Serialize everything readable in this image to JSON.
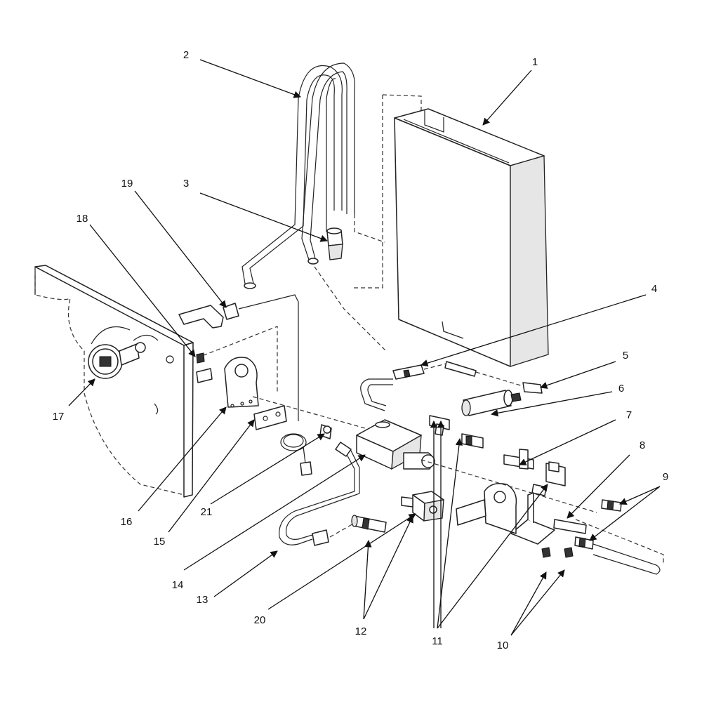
{
  "callouts": {
    "c1": "1",
    "c2": "2",
    "c3": "3",
    "c4": "4",
    "c5": "5",
    "c6": "6",
    "c7": "7",
    "c8": "8",
    "c9": "9",
    "c10": "10",
    "c11": "11",
    "c12": "12",
    "c13": "13",
    "c14": "14",
    "c15": "15",
    "c16": "16",
    "c17": "17",
    "c18": "18",
    "c19": "19",
    "c20": "20",
    "c21": "21"
  },
  "colors": {
    "line": "#222222",
    "background": "#ffffff"
  }
}
